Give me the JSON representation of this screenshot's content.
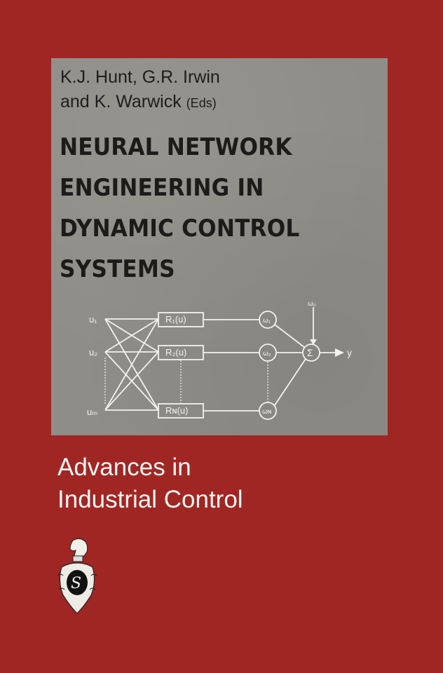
{
  "cover": {
    "background_color": "#a02624",
    "panel_color": "#8f8d88",
    "authors": {
      "line1": "K.J. Hunt, G.R. Irwin",
      "line2": "and K. Warwick",
      "eds": "(Eds)"
    },
    "title_lines": [
      "NEURAL NETWORK",
      "ENGINEERING IN",
      "DYNAMIC CONTROL",
      "SYSTEMS"
    ],
    "diagram": {
      "inputs": [
        "u1",
        "u2",
        "uM"
      ],
      "units": [
        "R1(u)",
        "R2(u)",
        "RN(u)"
      ],
      "weights": [
        "ω1",
        "ω2",
        "ωN"
      ],
      "bias": "ω0",
      "sum": "Σ",
      "output": "y"
    },
    "series_lines": [
      "Advances in",
      "Industrial Control"
    ],
    "publisher_logo": "springer-knight-logo"
  }
}
